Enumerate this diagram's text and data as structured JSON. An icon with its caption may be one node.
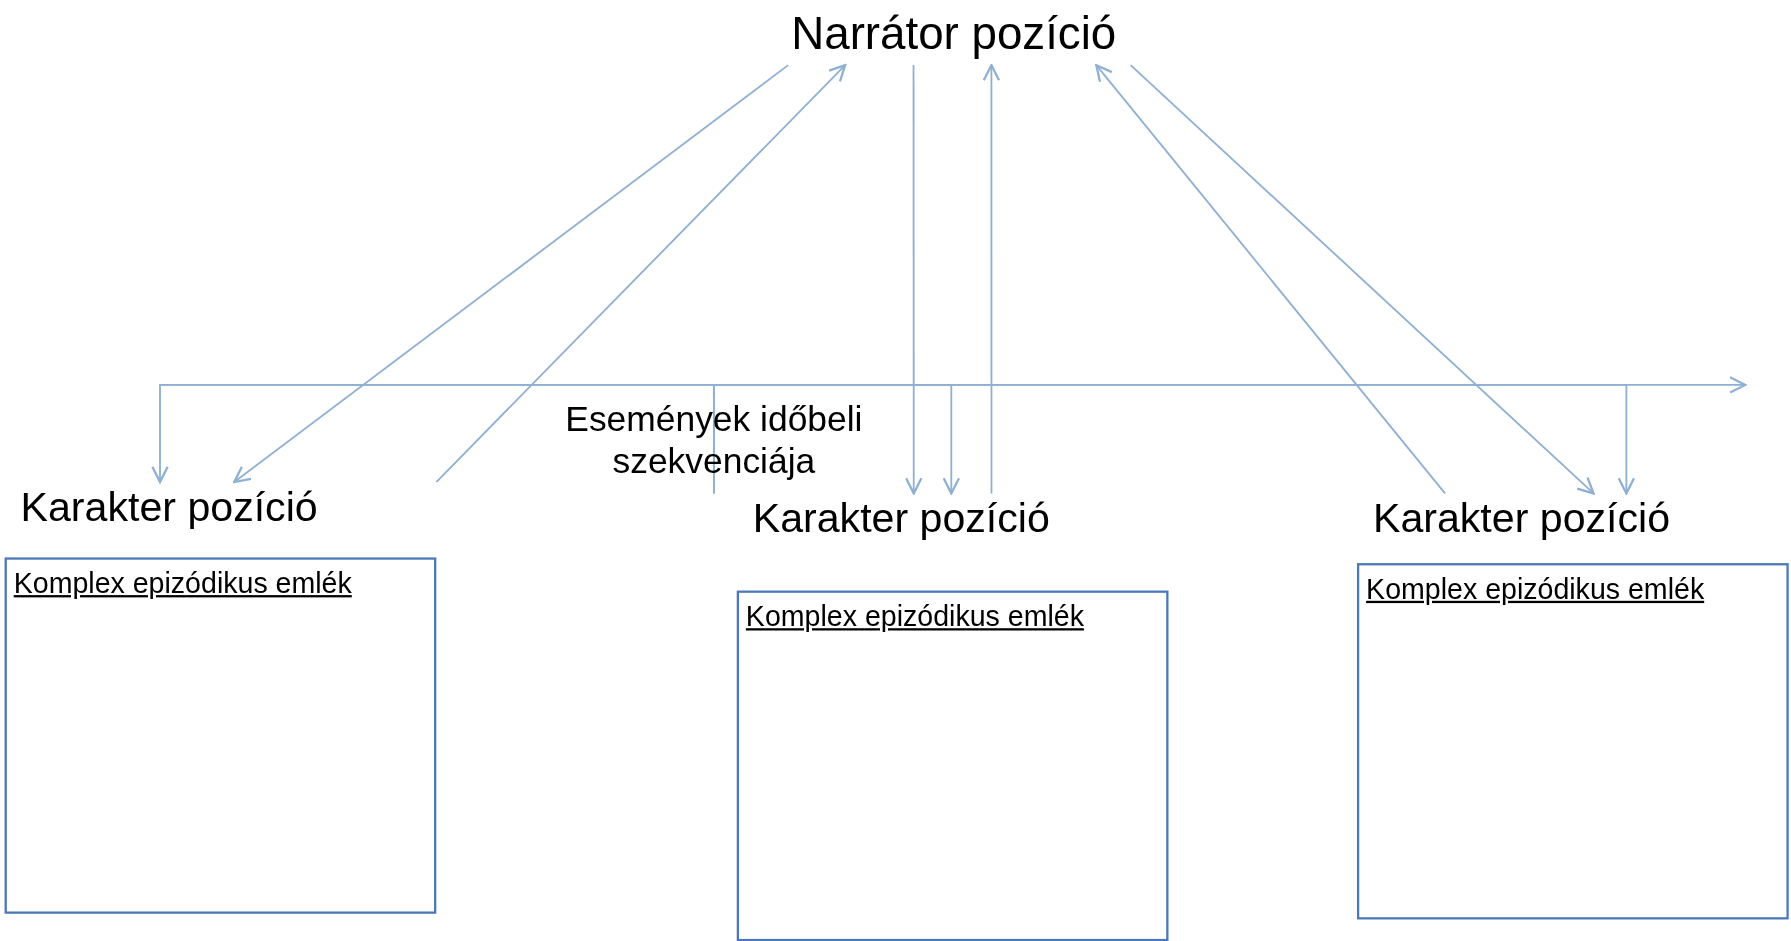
{
  "diagram": {
    "nodes": [
      {
        "text": [
          "Narrátor pozíció"
        ]
      },
      {
        "text": [
          "Események időbeli szekvenciája"
        ]
      },
      {
        "text": [
          "Karakter pozíció",
          "Komplex epizódikus emlék"
        ]
      },
      {
        "text": [
          "Karakter pozíció",
          "Komplex epizódikus emlék"
        ]
      },
      {
        "text": [
          "Karakter pozíció",
          "Komplex epizódikus emlék"
        ]
      }
    ],
    "edges": [
      {
        "from": 0,
        "to": 2,
        "arrow": "to"
      },
      {
        "from": 2,
        "to": 0,
        "arrow": "to"
      },
      {
        "from": 0,
        "to": 3,
        "arrow": "to"
      },
      {
        "from": 3,
        "to": 0,
        "arrow": "to"
      },
      {
        "from": 4,
        "to": 0,
        "arrow": "to"
      },
      {
        "from": 0,
        "to": 4,
        "arrow": "to"
      },
      {
        "from": 1,
        "to": 2,
        "arrow": "to"
      },
      {
        "from": 1,
        "to": 3,
        "arrow": "to"
      },
      {
        "from": 1,
        "to": 4,
        "arrow": "to"
      }
    ]
  }
}
